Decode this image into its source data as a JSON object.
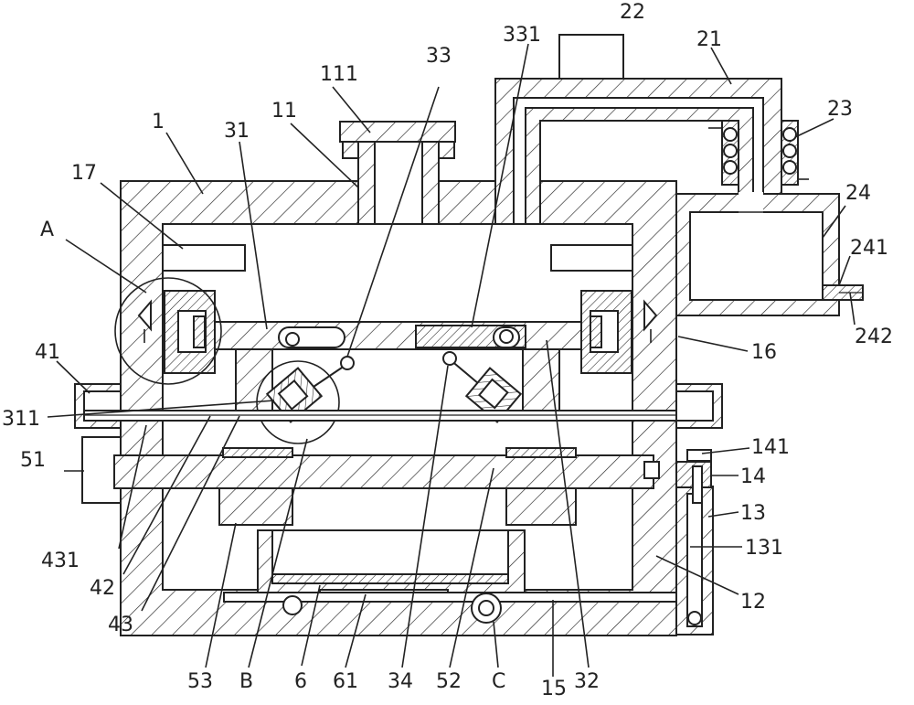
{
  "diagram": {
    "labels": {
      "l1": "1",
      "l17": "17",
      "lA": "A",
      "l41": "41",
      "l311": "311",
      "l51": "51",
      "l431": "431",
      "l42": "42",
      "l43": "43",
      "l53": "53",
      "lB": "B",
      "l6": "6",
      "l61": "61",
      "l34": "34",
      "l52": "52",
      "lC": "C",
      "l15": "15",
      "l32": "32",
      "l12": "12",
      "l131": "131",
      "l13": "13",
      "l14": "14",
      "l141": "141",
      "l16": "16",
      "l242": "242",
      "l241": "241",
      "l24": "24",
      "l23": "23",
      "l21": "21",
      "l22": "22",
      "l331": "331",
      "l33": "33",
      "l111": "111",
      "l11": "11",
      "l31": "31"
    }
  }
}
